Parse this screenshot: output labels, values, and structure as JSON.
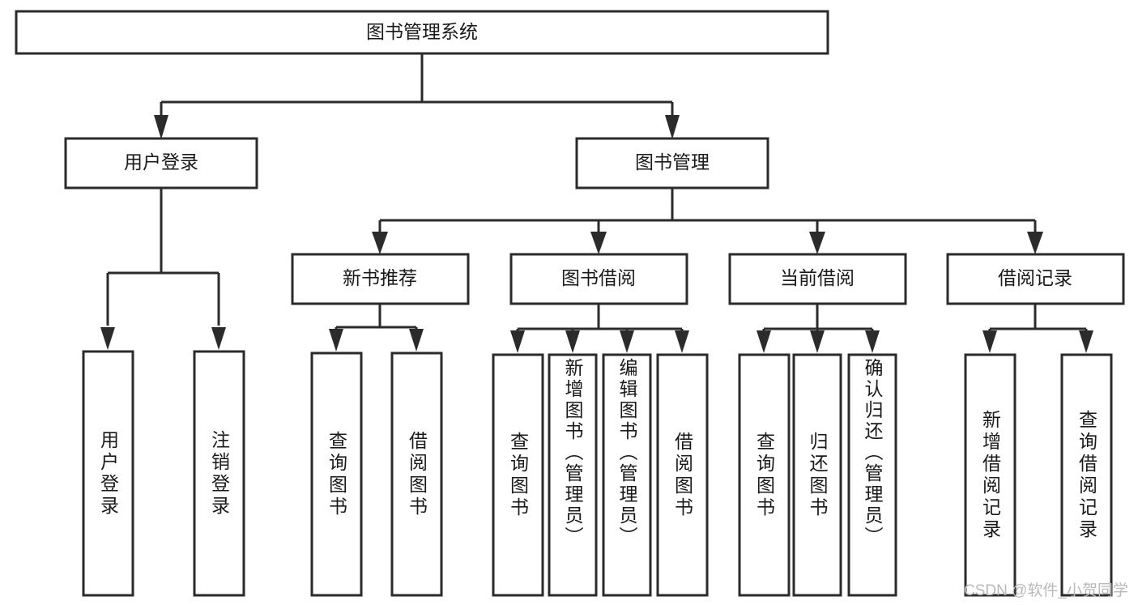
{
  "diagram": {
    "type": "tree-hierarchy-chart",
    "title": "图书管理系统",
    "watermark": "CSDN @软件_小贺同学",
    "colors": {
      "box_stroke": "#2b2b2b",
      "box_fill": "#ffffff",
      "text": "#1a1a1a",
      "connector": "#2b2b2b",
      "watermark": "#b9b9b9",
      "background": "#ffffff"
    },
    "nodes": {
      "root": {
        "label": "图书管理系统",
        "level": 1
      },
      "login": {
        "label": "用户登录",
        "level": 2
      },
      "book_manage": {
        "label": "图书管理",
        "level": 2
      },
      "new_book_rec": {
        "label": "新书推荐",
        "level": 3
      },
      "book_borrow": {
        "label": "图书借阅",
        "level": 3
      },
      "current_borrow": {
        "label": "当前借阅",
        "level": 3
      },
      "borrow_record": {
        "label": "借阅记录",
        "level": 3
      },
      "leaf_user_login": {
        "label": "用户登录",
        "level": 4
      },
      "leaf_logout": {
        "label": "注销登录",
        "level": 4
      },
      "leaf_query_book_1": {
        "label": "查询图书",
        "level": 4
      },
      "leaf_borrow_book_1": {
        "label": "借阅图书",
        "level": 4
      },
      "leaf_query_book_2": {
        "label": "查询图书",
        "level": 4
      },
      "leaf_add_book": {
        "label": "新增图书（管理员）",
        "level": 4
      },
      "leaf_edit_book": {
        "label": "编辑图书（管理员）",
        "level": 4
      },
      "leaf_borrow_book_2": {
        "label": "借阅图书",
        "level": 4
      },
      "leaf_query_book_3": {
        "label": "查询图书",
        "level": 4
      },
      "leaf_return_book": {
        "label": "归还图书",
        "level": 4
      },
      "leaf_confirm_return": {
        "label": "确认归还（管理员）",
        "level": 4
      },
      "leaf_add_record": {
        "label": "新增借阅记录",
        "level": 4
      },
      "leaf_query_record": {
        "label": "查询借阅记录",
        "level": 4
      }
    },
    "edges": [
      {
        "from": "root",
        "to": "login"
      },
      {
        "from": "root",
        "to": "book_manage"
      },
      {
        "from": "login",
        "to": "leaf_user_login"
      },
      {
        "from": "login",
        "to": "leaf_logout"
      },
      {
        "from": "book_manage",
        "to": "new_book_rec"
      },
      {
        "from": "book_manage",
        "to": "book_borrow"
      },
      {
        "from": "book_manage",
        "to": "current_borrow"
      },
      {
        "from": "book_manage",
        "to": "borrow_record"
      },
      {
        "from": "new_book_rec",
        "to": "leaf_query_book_1"
      },
      {
        "from": "new_book_rec",
        "to": "leaf_borrow_book_1"
      },
      {
        "from": "book_borrow",
        "to": "leaf_query_book_2"
      },
      {
        "from": "book_borrow",
        "to": "leaf_add_book"
      },
      {
        "from": "book_borrow",
        "to": "leaf_edit_book"
      },
      {
        "from": "book_borrow",
        "to": "leaf_borrow_book_2"
      },
      {
        "from": "current_borrow",
        "to": "leaf_query_book_3"
      },
      {
        "from": "current_borrow",
        "to": "leaf_return_book"
      },
      {
        "from": "current_borrow",
        "to": "leaf_confirm_return"
      },
      {
        "from": "borrow_record",
        "to": "leaf_add_record"
      },
      {
        "from": "borrow_record",
        "to": "leaf_query_record"
      }
    ]
  }
}
